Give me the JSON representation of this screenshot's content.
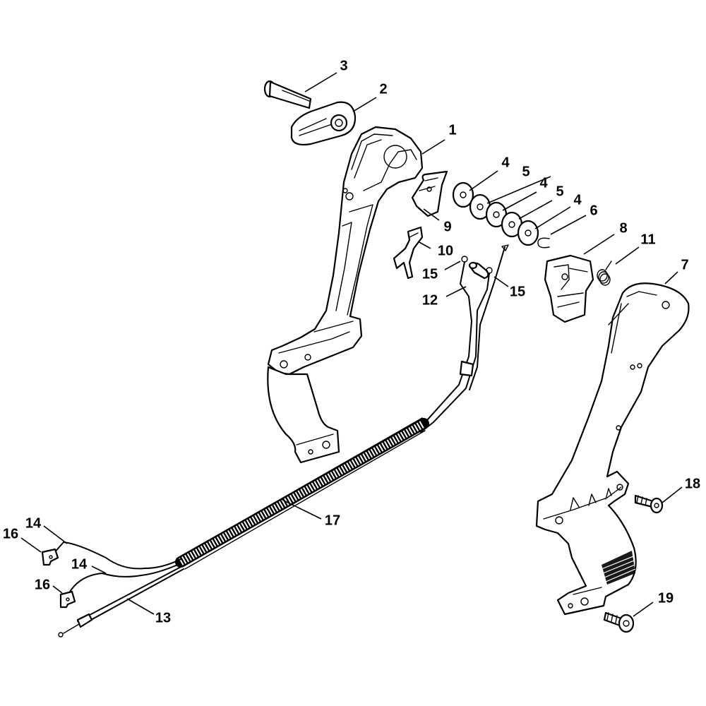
{
  "diagram": {
    "callouts": {
      "c1": "1",
      "c2": "2",
      "c3": "3",
      "c4a": "4",
      "c4b": "4",
      "c4c": "4",
      "c5a": "5",
      "c5b": "5",
      "c6": "6",
      "c7": "7",
      "c8": "8",
      "c9": "9",
      "c10": "10",
      "c11": "11",
      "c12": "12",
      "c13": "13",
      "c14a": "14",
      "c14b": "14",
      "c15a": "15",
      "c15b": "15",
      "c16a": "16",
      "c16b": "16",
      "c17": "17",
      "c18": "18",
      "c19": "19"
    }
  }
}
